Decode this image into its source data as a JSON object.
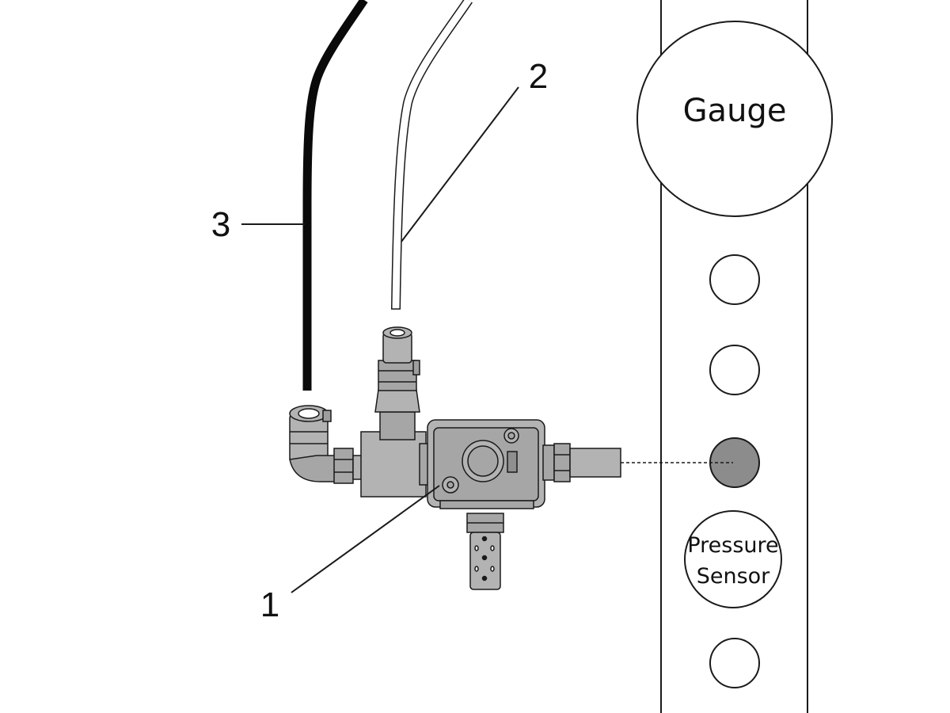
{
  "callouts": [
    {
      "id": "1",
      "text": "1"
    },
    {
      "id": "2",
      "text": "2"
    },
    {
      "id": "3",
      "text": "3"
    }
  ],
  "panel": {
    "gauge_label": "Gauge",
    "sensor_label_line1": "Pressure",
    "sensor_label_line2": "Sensor"
  },
  "colors": {
    "metal": "#b3b3b3",
    "metal_dark": "#8f8f8f",
    "outline": "#1a1a1a",
    "hose_black": "#0a0a0a",
    "sensor_port_fill": "#8c8c8c",
    "background": "#ffffff"
  }
}
